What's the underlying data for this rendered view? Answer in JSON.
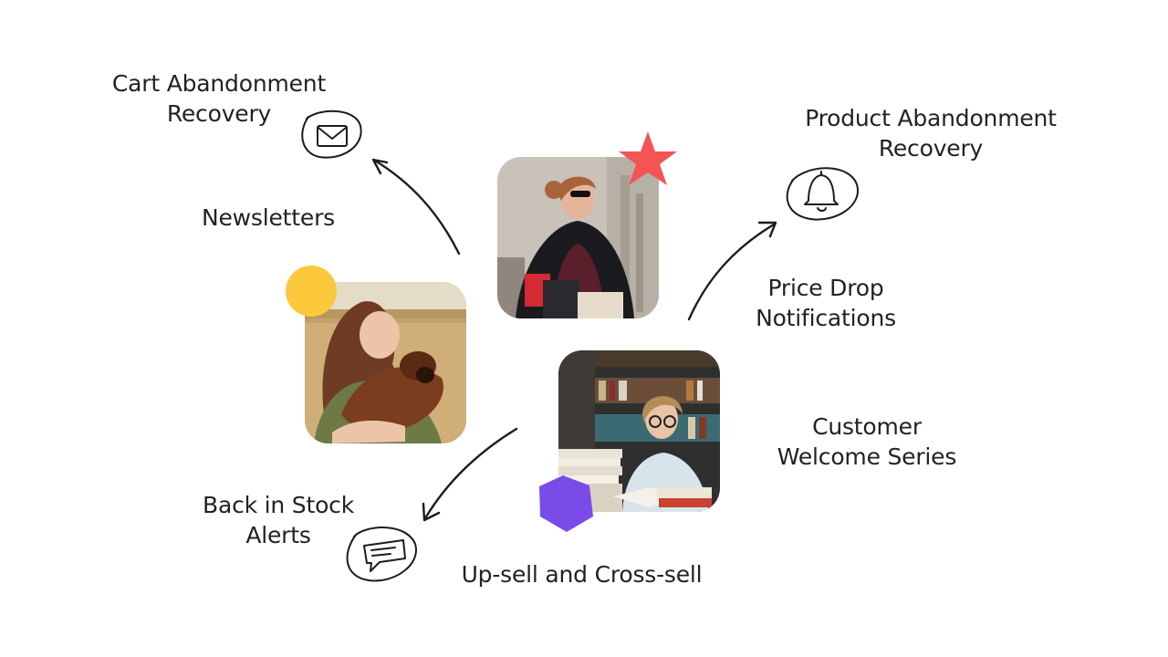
{
  "labels": {
    "cart_abandonment": "Cart Abandonment\nRecovery",
    "newsletters": "Newsletters",
    "product_abandonment": "Product Abandonment\nRecovery",
    "price_drop": "Price Drop\nNotifications",
    "customer_welcome": "Customer\nWelcome Series",
    "back_in_stock": "Back in Stock\nAlerts",
    "upsell_crosssell": "Up-sell and Cross-sell"
  },
  "icons": {
    "cart_abandonment": "envelope-icon",
    "product_abandonment": "bell-icon",
    "back_in_stock": "chat-bubble-icon"
  },
  "shapes": {
    "star": {
      "color": "#f45454"
    },
    "circle": {
      "color": "#fcc83c"
    },
    "pentagon": {
      "color": "#7b4be8"
    }
  },
  "photos": {
    "shopping_woman": {
      "subject": "woman-with-shopping-bags"
    },
    "woman_dog": {
      "subject": "woman-hugging-dog"
    },
    "reading_man": {
      "subject": "man-reading-books"
    }
  }
}
